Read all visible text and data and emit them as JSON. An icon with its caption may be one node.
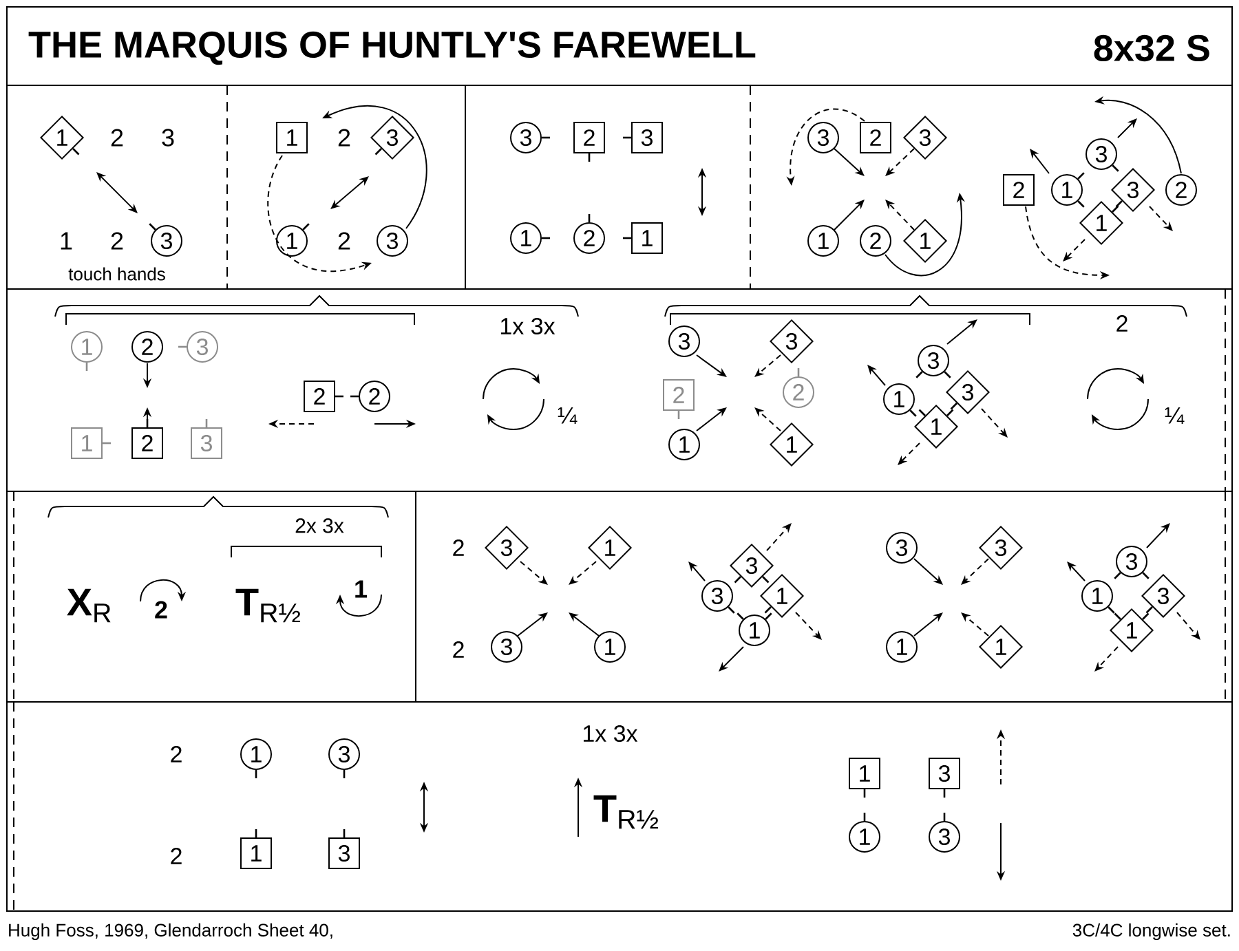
{
  "diagram": {
    "title": "THE MARQUIS OF HUNTLY'S FAREWELL",
    "nodes": [
      {
        "text": [
          "1"
        ]
      },
      {
        "text": [
          "3"
        ]
      },
      {
        "text": [
          "1"
        ]
      },
      {
        "text": [
          "3"
        ]
      },
      {
        "text": [
          "1"
        ]
      },
      {
        "text": [
          "3"
        ]
      },
      {
        "text": [
          "3"
        ]
      },
      {
        "text": [
          "2"
        ]
      },
      {
        "text": [
          "3"
        ]
      },
      {
        "text": [
          "1"
        ]
      },
      {
        "text": [
          "2"
        ]
      },
      {
        "text": [
          "1"
        ]
      },
      {
        "text": [
          "3"
        ]
      },
      {
        "text": [
          "2"
        ]
      },
      {
        "text": [
          "3"
        ]
      },
      {
        "text": [
          "1"
        ]
      },
      {
        "text": [
          "2"
        ]
      },
      {
        "text": [
          "1"
        ]
      },
      {
        "text": [
          "2"
        ]
      },
      {
        "text": [
          "1"
        ]
      },
      {
        "text": [
          "3"
        ]
      },
      {
        "text": [
          "3"
        ]
      },
      {
        "text": [
          "1"
        ]
      },
      {
        "text": [
          "2"
        ]
      },
      {
        "text": [
          "1"
        ]
      },
      {
        "text": [
          "2"
        ]
      },
      {
        "text": [
          "3"
        ]
      },
      {
        "text": [
          "1"
        ]
      },
      {
        "text": [
          "2"
        ]
      },
      {
        "text": [
          "3"
        ]
      },
      {
        "text": [
          "2"
        ]
      },
      {
        "text": [
          "2"
        ]
      },
      {
        "text": [
          "3"
        ]
      },
      {
        "text": [
          "3"
        ]
      },
      {
        "text": [
          "2"
        ]
      },
      {
        "text": [
          "2"
        ]
      },
      {
        "text": [
          "1"
        ]
      },
      {
        "text": [
          "1"
        ]
      },
      {
        "text": [
          "3"
        ]
      },
      {
        "text": [
          "1"
        ]
      },
      {
        "text": [
          "3"
        ]
      },
      {
        "text": [
          "1"
        ]
      },
      {
        "text": [
          "3"
        ]
      },
      {
        "text": [
          "1"
        ]
      },
      {
        "text": [
          "3"
        ]
      },
      {
        "text": [
          "1"
        ]
      },
      {
        "text": [
          "3"
        ]
      },
      {
        "text": [
          "3"
        ]
      },
      {
        "text": [
          "1"
        ]
      },
      {
        "text": [
          "1"
        ]
      },
      {
        "text": [
          "3"
        ]
      },
      {
        "text": [
          "3"
        ]
      },
      {
        "text": [
          "1"
        ]
      },
      {
        "text": [
          "1"
        ]
      },
      {
        "text": [
          "3"
        ]
      },
      {
        "text": [
          "1"
        ]
      },
      {
        "text": [
          "3"
        ]
      },
      {
        "text": [
          "1"
        ]
      },
      {
        "text": [
          "1"
        ]
      },
      {
        "text": [
          "3"
        ]
      },
      {
        "text": [
          "1"
        ]
      },
      {
        "text": [
          "3"
        ]
      },
      {
        "text": [
          "1"
        ]
      },
      {
        "text": [
          "3"
        ]
      },
      {
        "text": [
          "1"
        ]
      },
      {
        "text": [
          "3"
        ]
      }
    ],
    "labels": [
      "8x32 S",
      "2",
      "3",
      "1",
      "2",
      "touch hands",
      "2",
      "2",
      "1x 3x",
      "¼",
      "2",
      "¼",
      "2x 3x",
      "**X**$_{R}$",
      "2",
      "**T**$_{R½}$",
      "1",
      "2",
      "2",
      "2",
      "2",
      "1x 3x",
      "**T**$_{R½}$",
      "Hugh Foss, 1969, Glendarroch Sheet 40,",
      "3C/4C longwise set."
    ]
  }
}
